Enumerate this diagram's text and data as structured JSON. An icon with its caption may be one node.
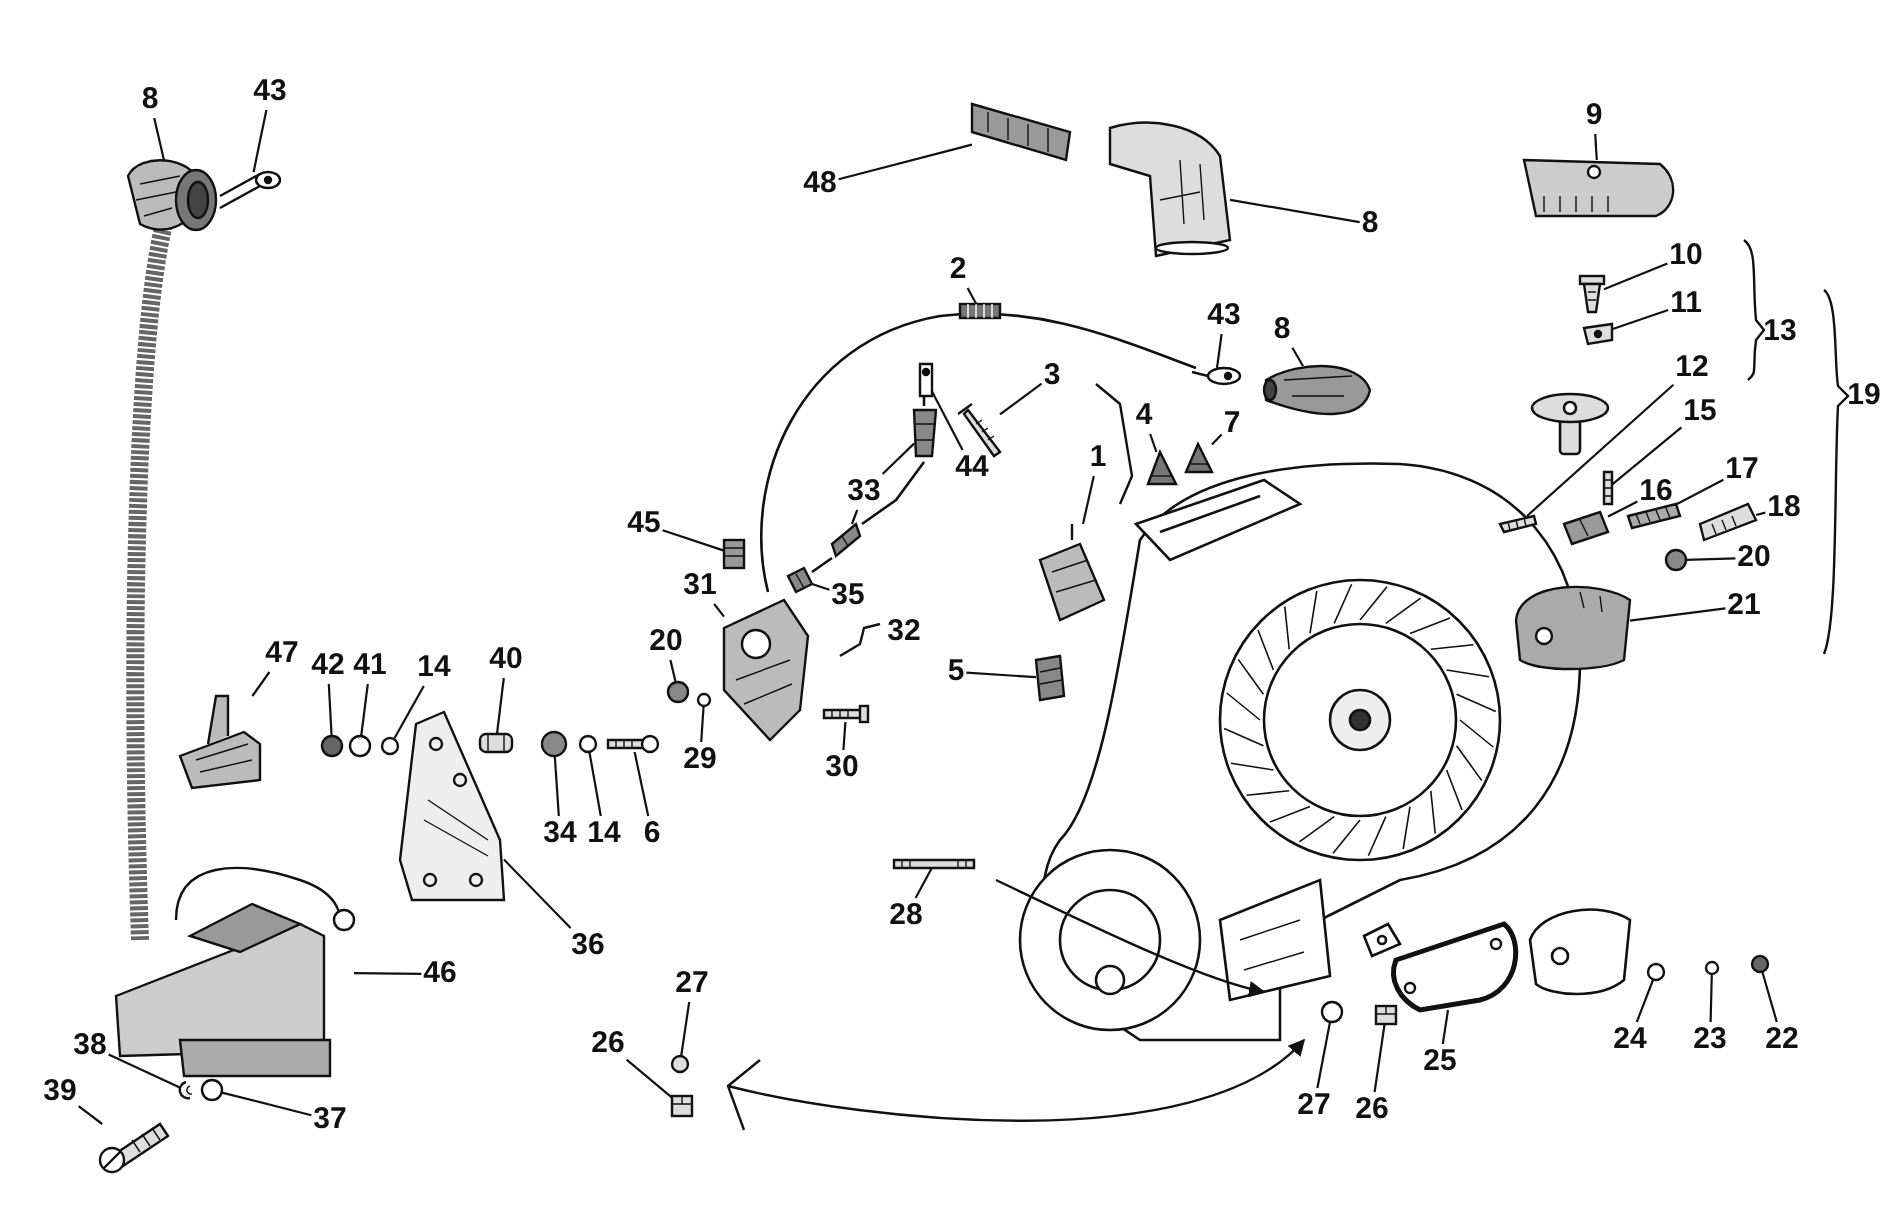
{
  "diagram": {
    "nodes": [
      {
        "text": [
          "8"
        ]
      },
      {
        "text": [
          "43"
        ]
      },
      {
        "text": [
          "9"
        ]
      },
      {
        "text": [
          "48"
        ]
      },
      {
        "text": [
          "8"
        ]
      },
      {
        "text": [
          "2"
        ]
      },
      {
        "text": [
          "10"
        ]
      },
      {
        "text": [
          "11"
        ]
      },
      {
        "text": [
          "43"
        ]
      },
      {
        "text": [
          "8"
        ]
      },
      {
        "text": [
          "12"
        ]
      },
      {
        "text": [
          "3"
        ]
      },
      {
        "text": [
          "15"
        ]
      },
      {
        "text": [
          "4"
        ]
      },
      {
        "text": [
          "7"
        ]
      },
      {
        "text": [
          "44"
        ]
      },
      {
        "text": [
          "1"
        ]
      },
      {
        "text": [
          "16"
        ]
      },
      {
        "text": [
          "17"
        ]
      },
      {
        "text": [
          "33"
        ]
      },
      {
        "text": [
          "18"
        ]
      },
      {
        "text": [
          "45"
        ]
      },
      {
        "text": [
          "20"
        ]
      },
      {
        "text": [
          "35"
        ]
      },
      {
        "text": [
          "31"
        ]
      },
      {
        "text": [
          "21"
        ]
      },
      {
        "text": [
          "47"
        ]
      },
      {
        "text": [
          "42"
        ]
      },
      {
        "text": [
          "41"
        ]
      },
      {
        "text": [
          "14"
        ]
      },
      {
        "text": [
          "40"
        ]
      },
      {
        "text": [
          "20"
        ]
      },
      {
        "text": [
          "5"
        ]
      },
      {
        "text": [
          "29"
        ]
      },
      {
        "text": [
          "30"
        ]
      },
      {
        "text": [
          "34"
        ]
      },
      {
        "text": [
          "14"
        ]
      },
      {
        "text": [
          "6"
        ]
      },
      {
        "text": [
          "28"
        ]
      },
      {
        "text": [
          "36"
        ]
      },
      {
        "text": [
          "46"
        ]
      },
      {
        "text": [
          "27"
        ]
      },
      {
        "text": [
          "24"
        ]
      },
      {
        "text": [
          "23"
        ]
      },
      {
        "text": [
          "22"
        ]
      },
      {
        "text": [
          "25"
        ]
      },
      {
        "text": [
          "26"
        ]
      },
      {
        "text": [
          "38"
        ]
      },
      {
        "text": [
          "27"
        ]
      },
      {
        "text": [
          "26"
        ]
      },
      {
        "text": [
          "37"
        ]
      },
      {
        "text": [
          "39"
        ]
      },
      {
        "text": [],
        "shape": "picture"
      },
      {
        "text": [],
        "shape": "picture"
      },
      {
        "text": [],
        "shape": "picture"
      },
      {
        "text": [],
        "shape": "picture"
      },
      {
        "text": [],
        "shape": "picture"
      },
      {
        "text": [],
        "shape": "picture"
      },
      {
        "text": [],
        "shape": "picture"
      },
      {
        "text": [],
        "shape": "picture"
      },
      {
        "text": [],
        "shape": "picture"
      },
      {
        "text": [],
        "shape": "picture"
      },
      {
        "text": [],
        "shape": "picture"
      },
      {
        "text": [],
        "shape": "picture"
      },
      {
        "text": [],
        "shape": "picture"
      },
      {
        "text": [],
        "shape": "picture"
      },
      {
        "text": [],
        "shape": "picture"
      },
      {
        "text": [],
        "shape": "picture"
      },
      {
        "text": [],
        "shape": "picture"
      },
      {
        "text": [],
        "shape": "picture"
      },
      {
        "text": [],
        "shape": "picture"
      },
      {
        "text": [],
        "shape": "picture"
      },
      {
        "text": [],
        "shape": "picture"
      },
      {
        "text": [],
        "shape": "picture"
      },
      {
        "text": [],
        "shape": "picture"
      },
      {
        "text": [],
        "shape": "circle"
      },
      {
        "text": [],
        "shape": "picture"
      },
      {
        "text": [],
        "shape": "picture"
      },
      {
        "text": [],
        "shape": "picture"
      },
      {
        "text": [],
        "shape": "picture"
      },
      {
        "text": [],
        "shape": "circle"
      },
      {
        "text": [],
        "shape": "circle"
      },
      {
        "text": [],
        "shape": "circle"
      },
      {
        "text": [],
        "shape": "picture"
      },
      {
        "text": [],
        "shape": "circle"
      },
      {
        "text": [],
        "shape": "picture"
      },
      {
        "text": [],
        "shape": "circle"
      },
      {
        "text": [],
        "shape": "picture"
      },
      {
        "text": [],
        "shape": "circle"
      },
      {
        "text": [],
        "shape": "circle"
      },
      {
        "text": [],
        "shape": "picture"
      },
      {
        "text": [],
        "shape": "picture"
      },
      {
        "text": [],
        "shape": "picture"
      },
      {
        "text": [],
        "shape": "picture"
      },
      {
        "text": [],
        "shape": "circle"
      },
      {
        "text": [],
        "shape": "circle"
      },
      {
        "text": [],
        "shape": "circle"
      },
      {
        "text": [],
        "shape": "circle"
      },
      {
        "text": [],
        "shape": "picture"
      },
      {
        "text": [],
        "shape": "picture"
      },
      {
        "text": [],
        "shape": "picture"
      },
      {
        "text": [],
        "shape": "circle"
      },
      {
        "text": [],
        "shape": "picture"
      },
      {
        "text": [],
        "shape": "circle"
      },
      {
        "text": [],
        "shape": "picture"
      }
    ],
    "edges": [
      {
        "from": 0,
        "to": 52,
        "arrow": "none"
      },
      {
        "from": 1,
        "to": 53,
        "arrow": "none"
      },
      {
        "from": 2,
        "to": 54,
        "arrow": "none"
      },
      {
        "from": 3,
        "to": 55,
        "arrow": "none"
      },
      {
        "from": 4,
        "to": 56,
        "arrow": "none"
      },
      {
        "from": 5,
        "to": 57,
        "arrow": "none"
      },
      {
        "from": 6,
        "to": 58,
        "arrow": "none"
      },
      {
        "from": 7,
        "to": 59,
        "arrow": "none"
      },
      {
        "from": 8,
        "to": 60,
        "arrow": "none"
      },
      {
        "from": 9,
        "to": 61,
        "arrow": "none"
      },
      {
        "from": 10,
        "to": 62,
        "arrow": "none"
      },
      {
        "from": 11,
        "to": 63,
        "arrow": "none"
      },
      {
        "from": 12,
        "to": 64,
        "arrow": "none"
      },
      {
        "from": 13,
        "to": 65,
        "arrow": "none"
      },
      {
        "from": 14,
        "to": 66,
        "arrow": "none"
      },
      {
        "from": 15,
        "to": 67,
        "arrow": "none"
      },
      {
        "from": 16,
        "to": 68,
        "arrow": "none"
      },
      {
        "from": 17,
        "to": 69,
        "arrow": "none"
      },
      {
        "from": 18,
        "to": 70,
        "arrow": "none"
      },
      {
        "from": 19,
        "to": 71,
        "arrow": "none"
      },
      {
        "from": 19,
        "to": 72,
        "arrow": "none"
      },
      {
        "from": 20,
        "to": 73,
        "arrow": "none"
      },
      {
        "from": 21,
        "to": 74,
        "arrow": "none"
      },
      {
        "from": 22,
        "to": 75,
        "arrow": "none"
      },
      {
        "from": 23,
        "to": 76,
        "arrow": "none"
      },
      {
        "from": 24,
        "to": 77,
        "arrow": "none"
      },
      {
        "from": 25,
        "to": 78,
        "arrow": "none"
      },
      {
        "from": 26,
        "to": 79,
        "arrow": "none"
      },
      {
        "from": 27,
        "to": 80,
        "arrow": "none"
      },
      {
        "from": 28,
        "to": 81,
        "arrow": "none"
      },
      {
        "from": 29,
        "to": 82,
        "arrow": "none"
      },
      {
        "from": 30,
        "to": 83,
        "arrow": "none"
      },
      {
        "from": 31,
        "to": 84,
        "arrow": "none"
      },
      {
        "from": 32,
        "to": 85,
        "arrow": "none"
      },
      {
        "from": 33,
        "to": 86,
        "arrow": "none"
      },
      {
        "from": 34,
        "to": 87,
        "arrow": "none"
      },
      {
        "from": 35,
        "to": 88,
        "arrow": "none"
      },
      {
        "from": 36,
        "to": 89,
        "arrow": "none"
      },
      {
        "from": 37,
        "to": 90,
        "arrow": "none"
      },
      {
        "from": 38,
        "to": 91,
        "arrow": "none"
      },
      {
        "from": 39,
        "to": 92,
        "arrow": "none"
      },
      {
        "from": 40,
        "to": 93,
        "arrow": "none"
      },
      {
        "from": 41,
        "to": 94,
        "arrow": "none"
      },
      {
        "from": 42,
        "to": 95,
        "arrow": "none"
      },
      {
        "from": 43,
        "to": 96,
        "arrow": "none"
      },
      {
        "from": 44,
        "to": 97,
        "arrow": "none"
      },
      {
        "from": 45,
        "to": 98,
        "arrow": "none"
      },
      {
        "from": 46,
        "to": 99,
        "arrow": "none"
      },
      {
        "from": 47,
        "to": 100,
        "arrow": "none"
      },
      {
        "from": 48,
        "to": 101,
        "arrow": "none"
      },
      {
        "from": 49,
        "to": 102,
        "arrow": "none"
      },
      {
        "from": 50,
        "to": 103,
        "arrow": "none"
      },
      {
        "from": 51,
        "to": 104,
        "arrow": "none"
      }
    ],
    "labels": [
      "13",
      "19",
      "32"
    ]
  }
}
